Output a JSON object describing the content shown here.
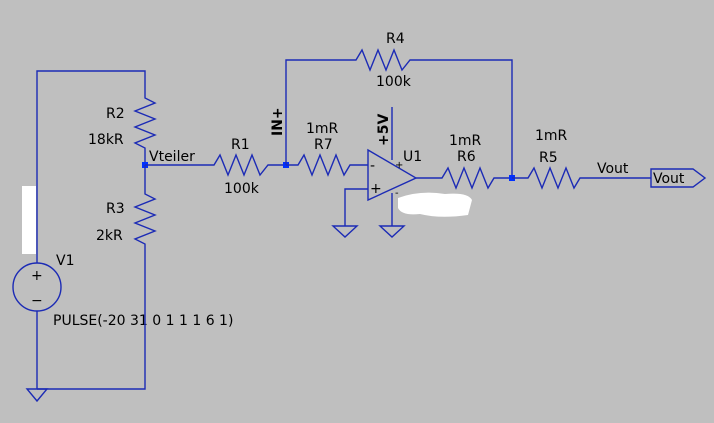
{
  "colors": {
    "background": "#bfbfbf",
    "wire": "#1c2bb5",
    "junction": "#0030ff",
    "text": "#000000",
    "redaction": "#ffffff"
  },
  "components": {
    "V1": {
      "name": "V1",
      "spec": "PULSE(-20 31 0 1 1 1 6 1)"
    },
    "R1": {
      "name": "R1",
      "value": "100k"
    },
    "R2": {
      "name": "R2",
      "value": "18kR"
    },
    "R3": {
      "name": "R3",
      "value": "2kR"
    },
    "R4": {
      "name": "R4",
      "value": "100k"
    },
    "R5": {
      "name": "R5",
      "value": "1mR"
    },
    "R6": {
      "name": "R6",
      "value": "1mR"
    },
    "R7": {
      "name": "R7",
      "value": "1mR"
    },
    "U1": {
      "name": "U1",
      "minus": "-",
      "plus": "+",
      "supply_plus": "+",
      "supply_minus": "-"
    }
  },
  "nets": {
    "vteiler": "Vteiler",
    "in_plus": "IN+",
    "plus5v": "+5V",
    "vout": "Vout"
  },
  "port": {
    "label": "Vout"
  },
  "source_symbol": {
    "plus": "+",
    "minus": "−"
  }
}
